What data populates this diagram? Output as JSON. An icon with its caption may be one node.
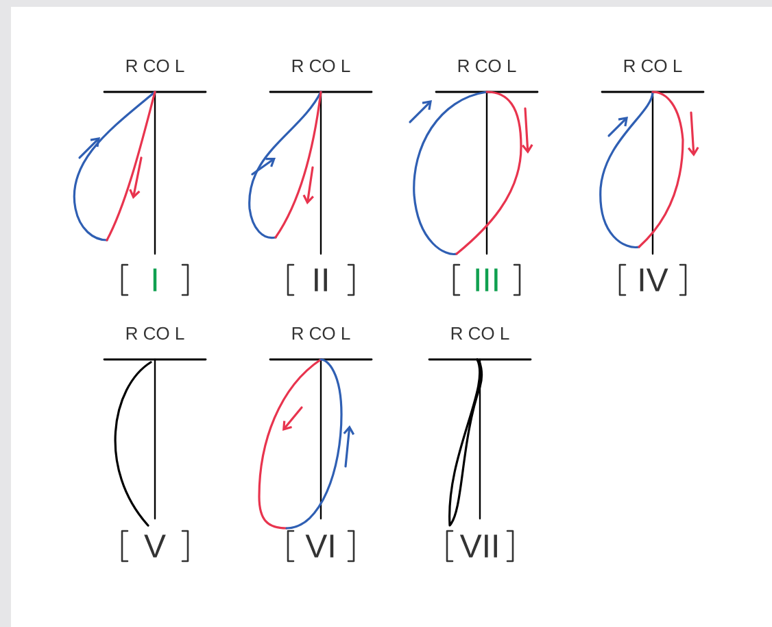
{
  "diagram": {
    "labels": [
      "R CO L",
      "R CO L",
      "R CO L",
      "R CO L",
      "I",
      "II",
      "III",
      "IV",
      "R CO L",
      "R CO L",
      "R CO L",
      "V",
      "VI",
      "VII"
    ]
  }
}
